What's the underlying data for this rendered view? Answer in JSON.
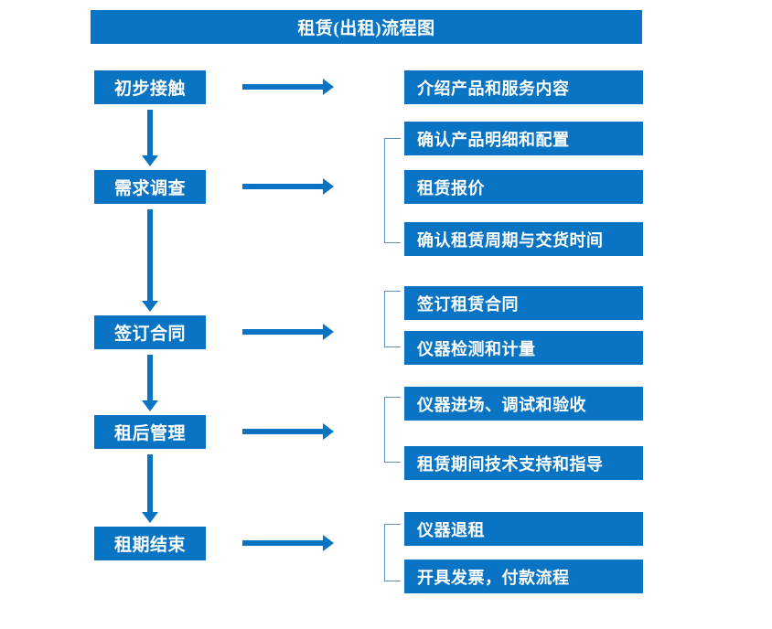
{
  "header": {
    "title": "租赁(出租)流程图"
  },
  "colors": {
    "box_fill": "#0A74C4",
    "box_text": "#FFFFFF",
    "arrow": "#0A74C4",
    "bracket": "#5E8FBF",
    "background": "#FFFFFF"
  },
  "flow": {
    "stages": [
      {
        "id": "stage-1",
        "label": "初步接触"
      },
      {
        "id": "stage-2",
        "label": "需求调查"
      },
      {
        "id": "stage-3",
        "label": "签订合同"
      },
      {
        "id": "stage-4",
        "label": "租后管理"
      },
      {
        "id": "stage-5",
        "label": "租期结束"
      }
    ],
    "details": [
      {
        "id": "detail-1-1",
        "label": "介绍产品和服务内容",
        "stage": "stage-1"
      },
      {
        "id": "detail-2-1",
        "label": "确认产品明细和配置",
        "stage": "stage-2"
      },
      {
        "id": "detail-2-2",
        "label": "租赁报价",
        "stage": "stage-2"
      },
      {
        "id": "detail-2-3",
        "label": "确认租赁周期与交货时间",
        "stage": "stage-2"
      },
      {
        "id": "detail-3-1",
        "label": "签订租赁合同",
        "stage": "stage-3"
      },
      {
        "id": "detail-3-2",
        "label": "仪器检测和计量",
        "stage": "stage-3"
      },
      {
        "id": "detail-4-1",
        "label": "仪器进场、调试和验收",
        "stage": "stage-4"
      },
      {
        "id": "detail-4-2",
        "label": "租赁期间技术支持和指导",
        "stage": "stage-4"
      },
      {
        "id": "detail-5-1",
        "label": "仪器退租",
        "stage": "stage-5"
      },
      {
        "id": "detail-5-2",
        "label": "开具发票，付款流程",
        "stage": "stage-5"
      }
    ]
  },
  "chart_data": {
    "type": "diagram",
    "title": "租赁(出租)流程图",
    "nodes": [
      {
        "level": "stage",
        "order": 1,
        "label": "初步接触",
        "details": [
          "介绍产品和服务内容"
        ]
      },
      {
        "level": "stage",
        "order": 2,
        "label": "需求调查",
        "details": [
          "确认产品明细和配置",
          "租赁报价",
          "确认租赁周期与交货时间"
        ]
      },
      {
        "level": "stage",
        "order": 3,
        "label": "签订合同",
        "details": [
          "签订租赁合同",
          "仪器检测和计量"
        ]
      },
      {
        "level": "stage",
        "order": 4,
        "label": "租后管理",
        "details": [
          "仪器进场、调试和验收",
          "租赁期间技术支持和指导"
        ]
      },
      {
        "level": "stage",
        "order": 5,
        "label": "租期结束",
        "details": [
          "仪器退租",
          "开具发票，付款流程"
        ]
      }
    ],
    "edges": [
      {
        "from": "初步接触",
        "to": "需求调查",
        "type": "vertical-arrow"
      },
      {
        "from": "需求调查",
        "to": "签订合同",
        "type": "vertical-arrow"
      },
      {
        "from": "签订合同",
        "to": "租后管理",
        "type": "vertical-arrow"
      },
      {
        "from": "租后管理",
        "to": "租期结束",
        "type": "vertical-arrow"
      },
      {
        "from": "初步接触",
        "to": "介绍产品和服务内容",
        "type": "horizontal-arrow"
      },
      {
        "from": "需求调查",
        "to": "确认产品明细和配置/租赁报价/确认租赁周期与交货时间",
        "type": "horizontal-arrow"
      },
      {
        "from": "签订合同",
        "to": "签订租赁合同/仪器检测和计量",
        "type": "horizontal-arrow"
      },
      {
        "from": "租后管理",
        "to": "仪器进场、调试和验收/租赁期间技术支持和指导",
        "type": "horizontal-arrow"
      },
      {
        "from": "租期结束",
        "to": "仪器退租/开具发票，付款流程",
        "type": "horizontal-arrow"
      }
    ]
  }
}
